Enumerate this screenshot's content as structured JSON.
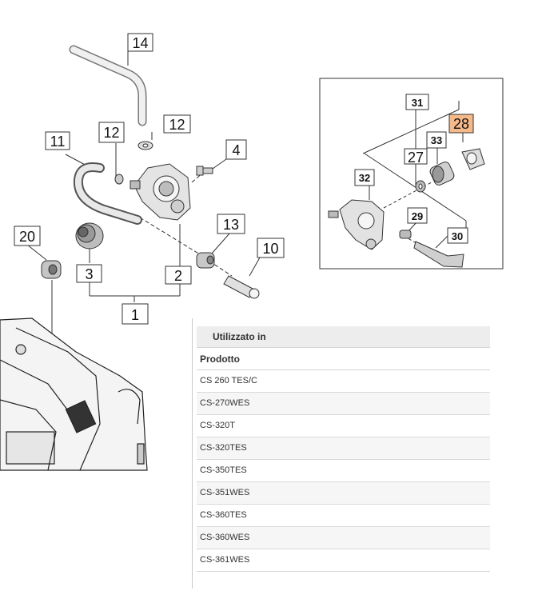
{
  "diagram": {
    "callouts": {
      "c14": "14",
      "c12a": "12",
      "c12b": "12",
      "c11": "11",
      "c4": "4",
      "c20": "20",
      "c13": "13",
      "c10": "10",
      "c3": "3",
      "c2": "2",
      "c1": "1"
    },
    "inset_callouts": {
      "c31": "31",
      "c28": "28",
      "c33": "33",
      "c27": "27",
      "c32": "32",
      "c29": "29",
      "c30": "30"
    },
    "highlight_color": "#f5b98a"
  },
  "usage": {
    "title": "Utilizzato in",
    "column_header": "Prodotto",
    "products": [
      "CS 260 TES/C",
      "CS-270WES",
      "CS-320T",
      "CS-320TES",
      "CS-350TES",
      "CS-351WES",
      "CS-360TES",
      "CS-360WES",
      "CS-361WES"
    ]
  }
}
